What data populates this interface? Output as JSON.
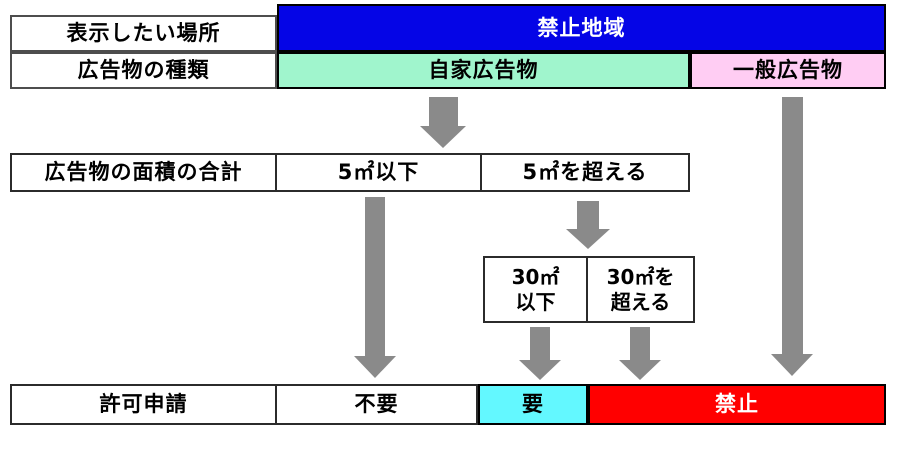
{
  "colors": {
    "prohibited_area_bg": "#0505e6",
    "self_ads_bg": "#a0f5cd",
    "general_ads_bg": "#ffcdf3",
    "required_bg": "#63f8ff",
    "prohibited_bg": "#ff0000",
    "arrow": "#8a8a8a"
  },
  "rows": {
    "place": {
      "label": "表示したい場所",
      "value": "禁止地域"
    },
    "type": {
      "label": "広告物の種類",
      "self": "自家広告物",
      "general": "一般広告物"
    },
    "area": {
      "label": "広告物の面積の合計",
      "under5": "5㎡以下",
      "over5": "5㎡を超える"
    },
    "area30": {
      "under30": "30㎡\n以下",
      "over30": "30㎡を\n超える"
    },
    "permit": {
      "label": "許可申請",
      "not_required": "不要",
      "required": "要",
      "prohibited": "禁止"
    }
  }
}
